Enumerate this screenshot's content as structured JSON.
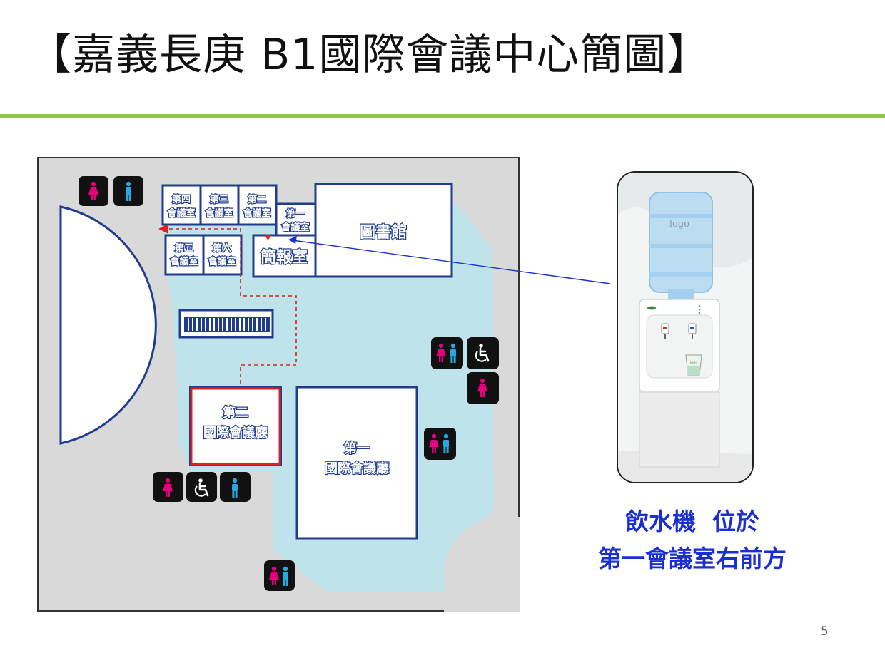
{
  "title": "【嘉義長庚 B1國際會議中心簡圖】",
  "rooms": {
    "meeting_room_4": [
      "第四",
      "會議室"
    ],
    "meeting_room_3": [
      "第三",
      "會議室"
    ],
    "meeting_room_2": [
      "第二",
      "會議室"
    ],
    "meeting_room_1": [
      "第一",
      "會議室"
    ],
    "meeting_room_5": [
      "第五",
      "會議室"
    ],
    "meeting_room_6": [
      "第六",
      "會議室"
    ],
    "library": "圖書館",
    "briefing_room": "簡報室",
    "intl_hall_2": [
      "第二",
      "國際會議廳"
    ],
    "intl_hall_1": [
      "第一",
      "國際會議廳"
    ]
  },
  "dispenser_logo": "logo",
  "cup_logo": "logo",
  "caption": {
    "line1": "飲水機  位於",
    "line2": "第一會議室右前方"
  },
  "page_number": "5",
  "icons": [
    "female-restroom-icon",
    "male-restroom-icon",
    "accessible-restroom-icon",
    "unisex-restroom-icon"
  ],
  "colors": {
    "accent_green": "#8cc63f",
    "wall_blue": "#1f3c8f",
    "corridor": "#bfe3ea",
    "floor_gray": "#d9d9d9",
    "female_pink": "#e6007e",
    "male_blue": "#29a8e0",
    "route_red": "#e02020",
    "caption_blue": "#1a2fd1"
  }
}
